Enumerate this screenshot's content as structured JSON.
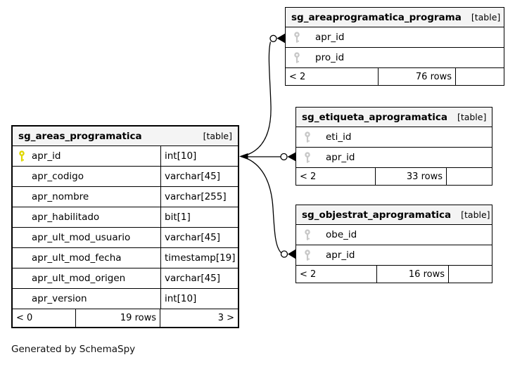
{
  "page": {
    "credit": "Generated by SchemaSpy"
  },
  "colors": {
    "primary_key_icon": "#dfd700",
    "secondary_key_icon": "#c8c8c8",
    "header_bg": "#f4f4f4",
    "border": "#000000"
  },
  "tables": {
    "main": {
      "name": "sg_areas_programatica",
      "badge": "[table]",
      "columns": [
        {
          "name": "apr_id",
          "type": "int[10]",
          "key": "primary"
        },
        {
          "name": "apr_codigo",
          "type": "varchar[45]",
          "key": ""
        },
        {
          "name": "apr_nombre",
          "type": "varchar[255]",
          "key": ""
        },
        {
          "name": "apr_habilitado",
          "type": "bit[1]",
          "key": ""
        },
        {
          "name": "apr_ult_mod_usuario",
          "type": "varchar[45]",
          "key": ""
        },
        {
          "name": "apr_ult_mod_fecha",
          "type": "timestamp[19]",
          "key": ""
        },
        {
          "name": "apr_ult_mod_origen",
          "type": "varchar[45]",
          "key": ""
        },
        {
          "name": "apr_version",
          "type": "int[10]",
          "key": ""
        }
      ],
      "footer": {
        "left": "< 0",
        "center": "19 rows",
        "right": "3 >"
      }
    },
    "related": [
      {
        "name": "sg_areaprogramatica_programa",
        "badge": "[table]",
        "columns": [
          {
            "name": "apr_id",
            "key": "index"
          },
          {
            "name": "pro_id",
            "key": "index"
          }
        ],
        "footer": {
          "left": "< 2",
          "center": "76 rows",
          "right": ""
        }
      },
      {
        "name": "sg_etiqueta_aprogramatica",
        "badge": "[table]",
        "columns": [
          {
            "name": "eti_id",
            "key": "index"
          },
          {
            "name": "apr_id",
            "key": "index"
          }
        ],
        "footer": {
          "left": "< 2",
          "center": "33 rows",
          "right": ""
        }
      },
      {
        "name": "sg_objestrat_aprogramatica",
        "badge": "[table]",
        "columns": [
          {
            "name": "obe_id",
            "key": "index"
          },
          {
            "name": "apr_id",
            "key": "index"
          }
        ],
        "footer": {
          "left": "< 2",
          "center": "16 rows",
          "right": ""
        }
      }
    ]
  },
  "relationships": [
    {
      "from": "sg_areas_programatica.apr_id",
      "to": "sg_areaprogramatica_programa.apr_id"
    },
    {
      "from": "sg_areas_programatica.apr_id",
      "to": "sg_etiqueta_aprogramatica.apr_id"
    },
    {
      "from": "sg_areas_programatica.apr_id",
      "to": "sg_objestrat_aprogramatica.apr_id"
    }
  ]
}
